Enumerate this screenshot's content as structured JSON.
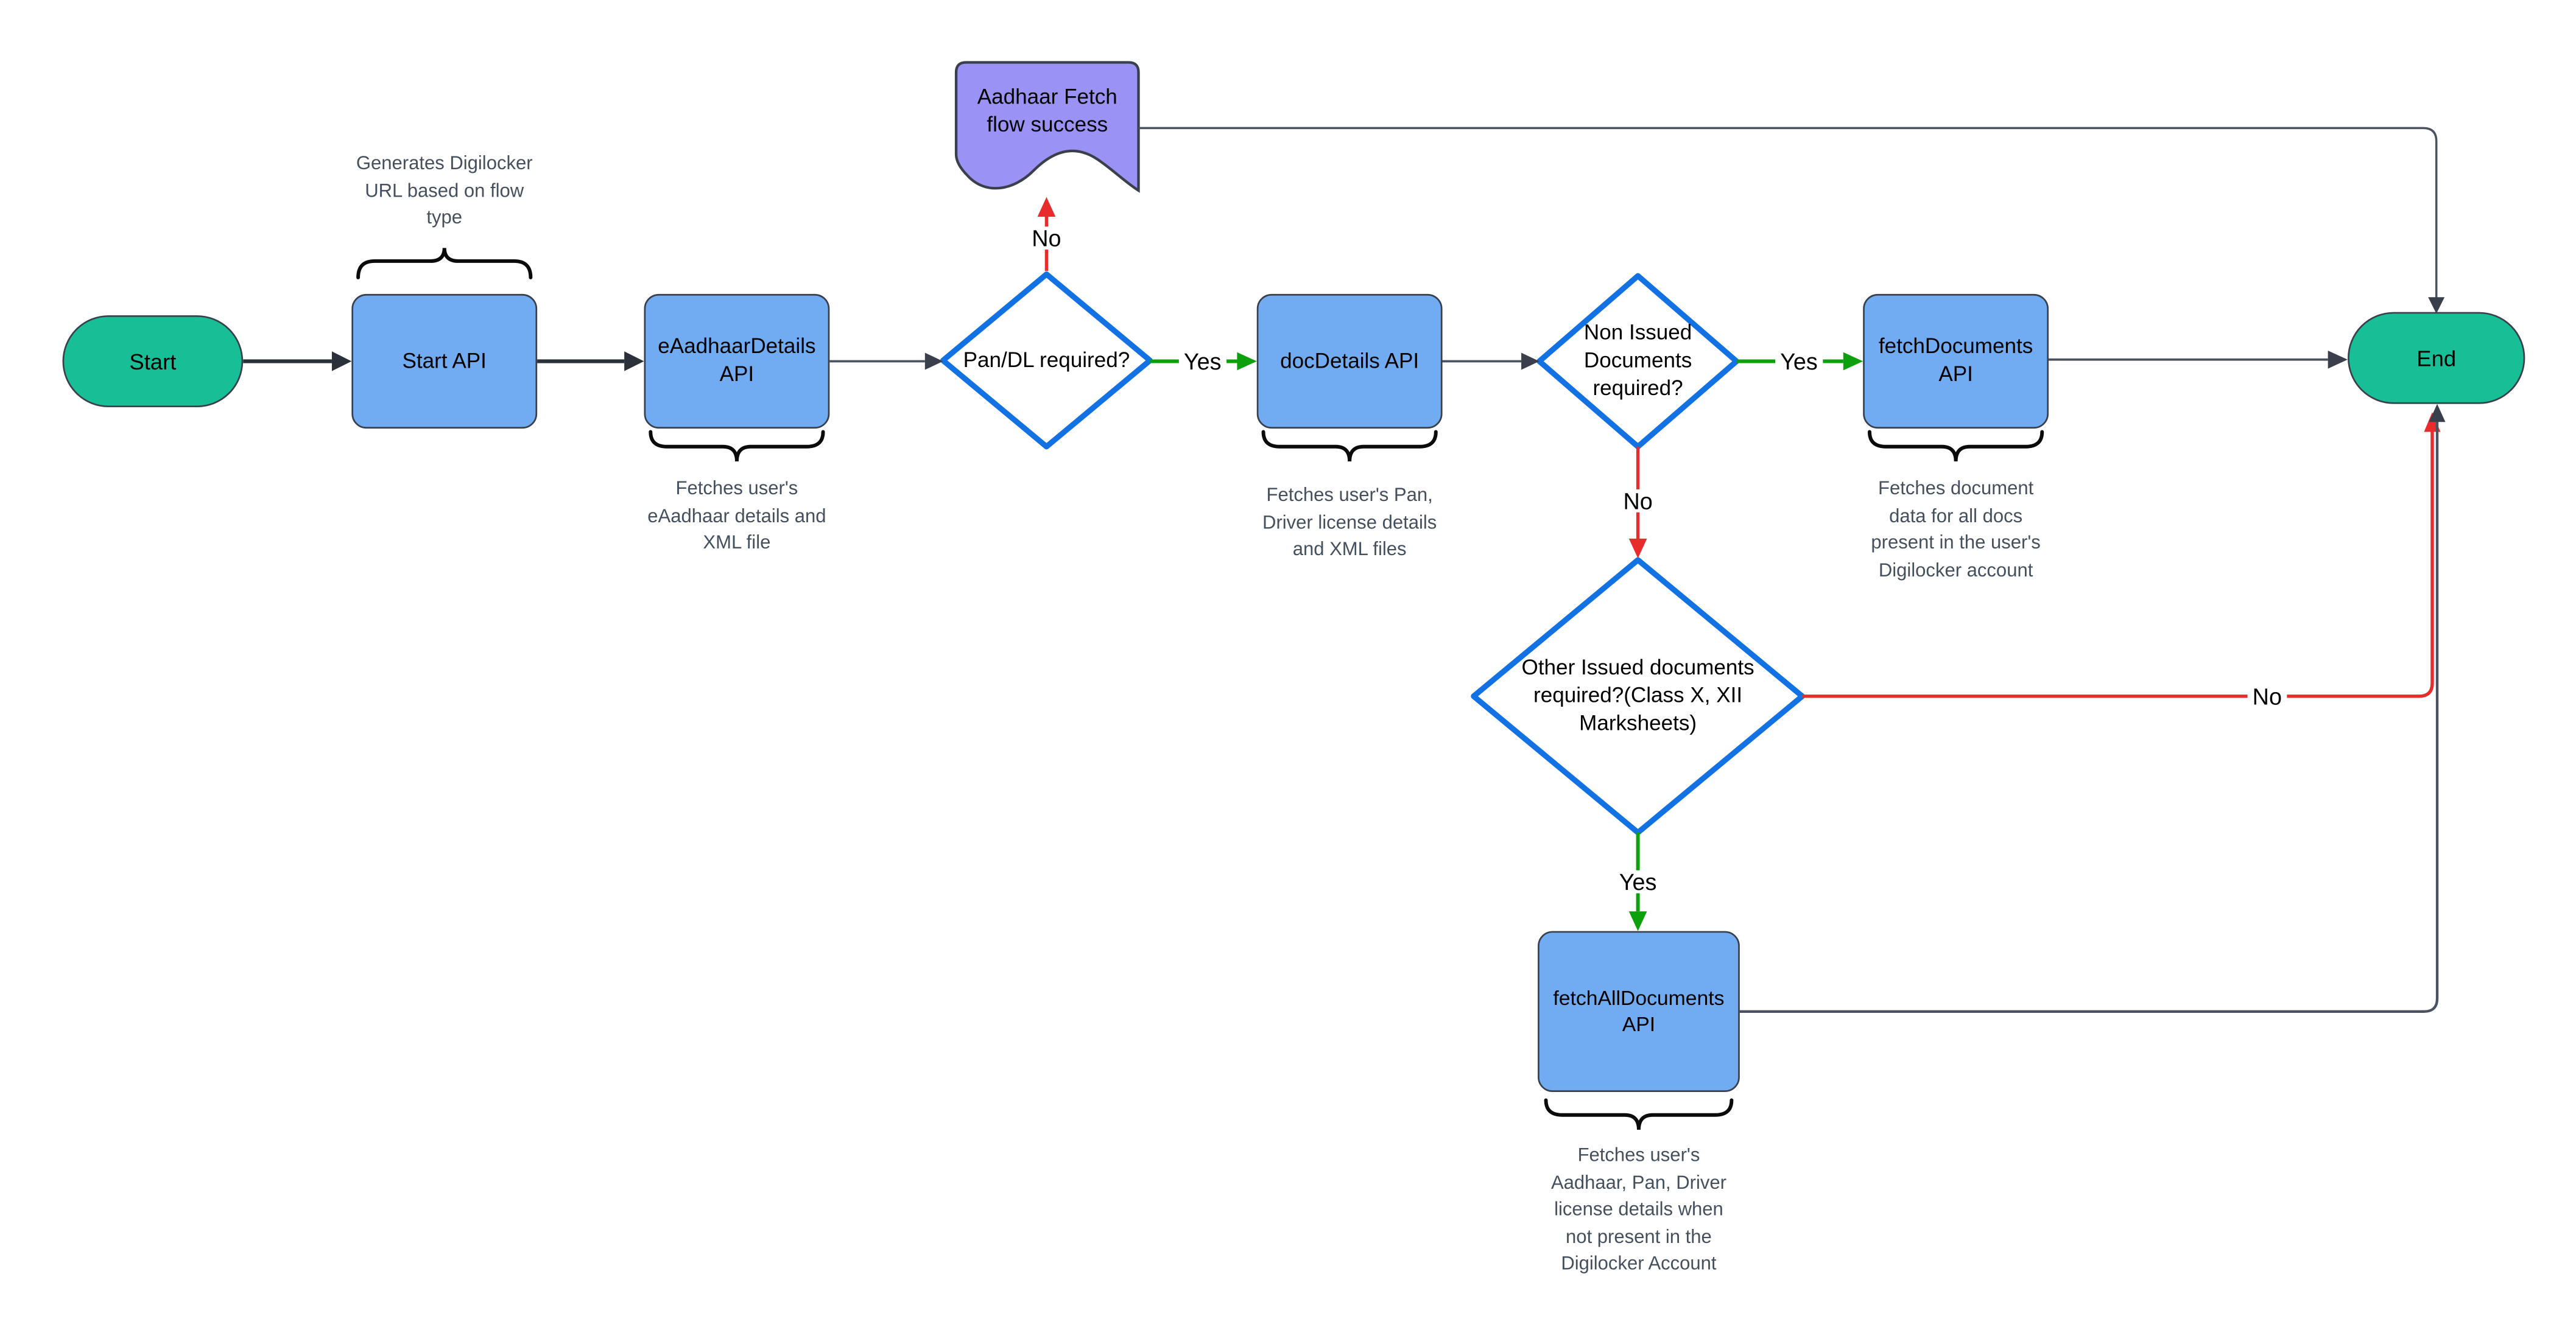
{
  "diagram": {
    "nodes": {
      "start": {
        "label": "Start"
      },
      "start_api": {
        "label": "Start API"
      },
      "eaadhaar_details_api": {
        "lines": [
          "eAadhaarDetails",
          "API"
        ]
      },
      "pan_dl_decision": {
        "label": "Pan/DL required?"
      },
      "aadhaar_fetch_success": {
        "lines": [
          "Aadhaar Fetch",
          "flow success"
        ]
      },
      "doc_details_api": {
        "label": "docDetails API"
      },
      "non_issued_decision": {
        "lines": [
          "Non Issued",
          "Documents",
          "required?"
        ]
      },
      "fetch_documents_api": {
        "lines": [
          "fetchDocuments",
          "API"
        ]
      },
      "other_issued_decision": {
        "lines": [
          "Other Issued documents",
          "required?(Class X, XII",
          "Marksheets)"
        ]
      },
      "fetch_all_documents_api": {
        "lines": [
          "fetchAllDocuments",
          "API"
        ]
      },
      "end": {
        "label": "End"
      }
    },
    "edge_labels": {
      "pan_dl_yes": "Yes",
      "pan_dl_no": "No",
      "non_issued_yes": "Yes",
      "non_issued_no": "No",
      "other_issued_yes": "Yes",
      "other_issued_no": "No"
    },
    "annotations": {
      "start_api_note": {
        "lines": [
          "Generates Digilocker",
          "URL based on flow",
          "type"
        ]
      },
      "eaadhaar_note": {
        "lines": [
          "Fetches user's",
          "eAadhaar details and",
          "XML file"
        ]
      },
      "doc_details_note": {
        "lines": [
          "Fetches user's Pan,",
          "Driver license details",
          "and XML files"
        ]
      },
      "fetch_documents_note": {
        "lines": [
          "Fetches document",
          "data for all docs",
          "present in the user's",
          "Digilocker account"
        ]
      },
      "fetch_all_documents_note": {
        "lines": [
          "Fetches user's",
          "Aadhaar, Pan, Driver",
          "license details when",
          "not present in the",
          "Digilocker Account"
        ]
      }
    },
    "colors": {
      "process_fill": "#71ACF3",
      "terminator_fill": "#17BE96",
      "decision_stroke": "#1272E4",
      "document_fill": "#9A93F5",
      "shape_border": "#39404B",
      "yes_edge": "#0CA00C",
      "no_edge": "#E82C2C",
      "neutral_edge": "#39404B",
      "note_text": "#44505E"
    }
  }
}
